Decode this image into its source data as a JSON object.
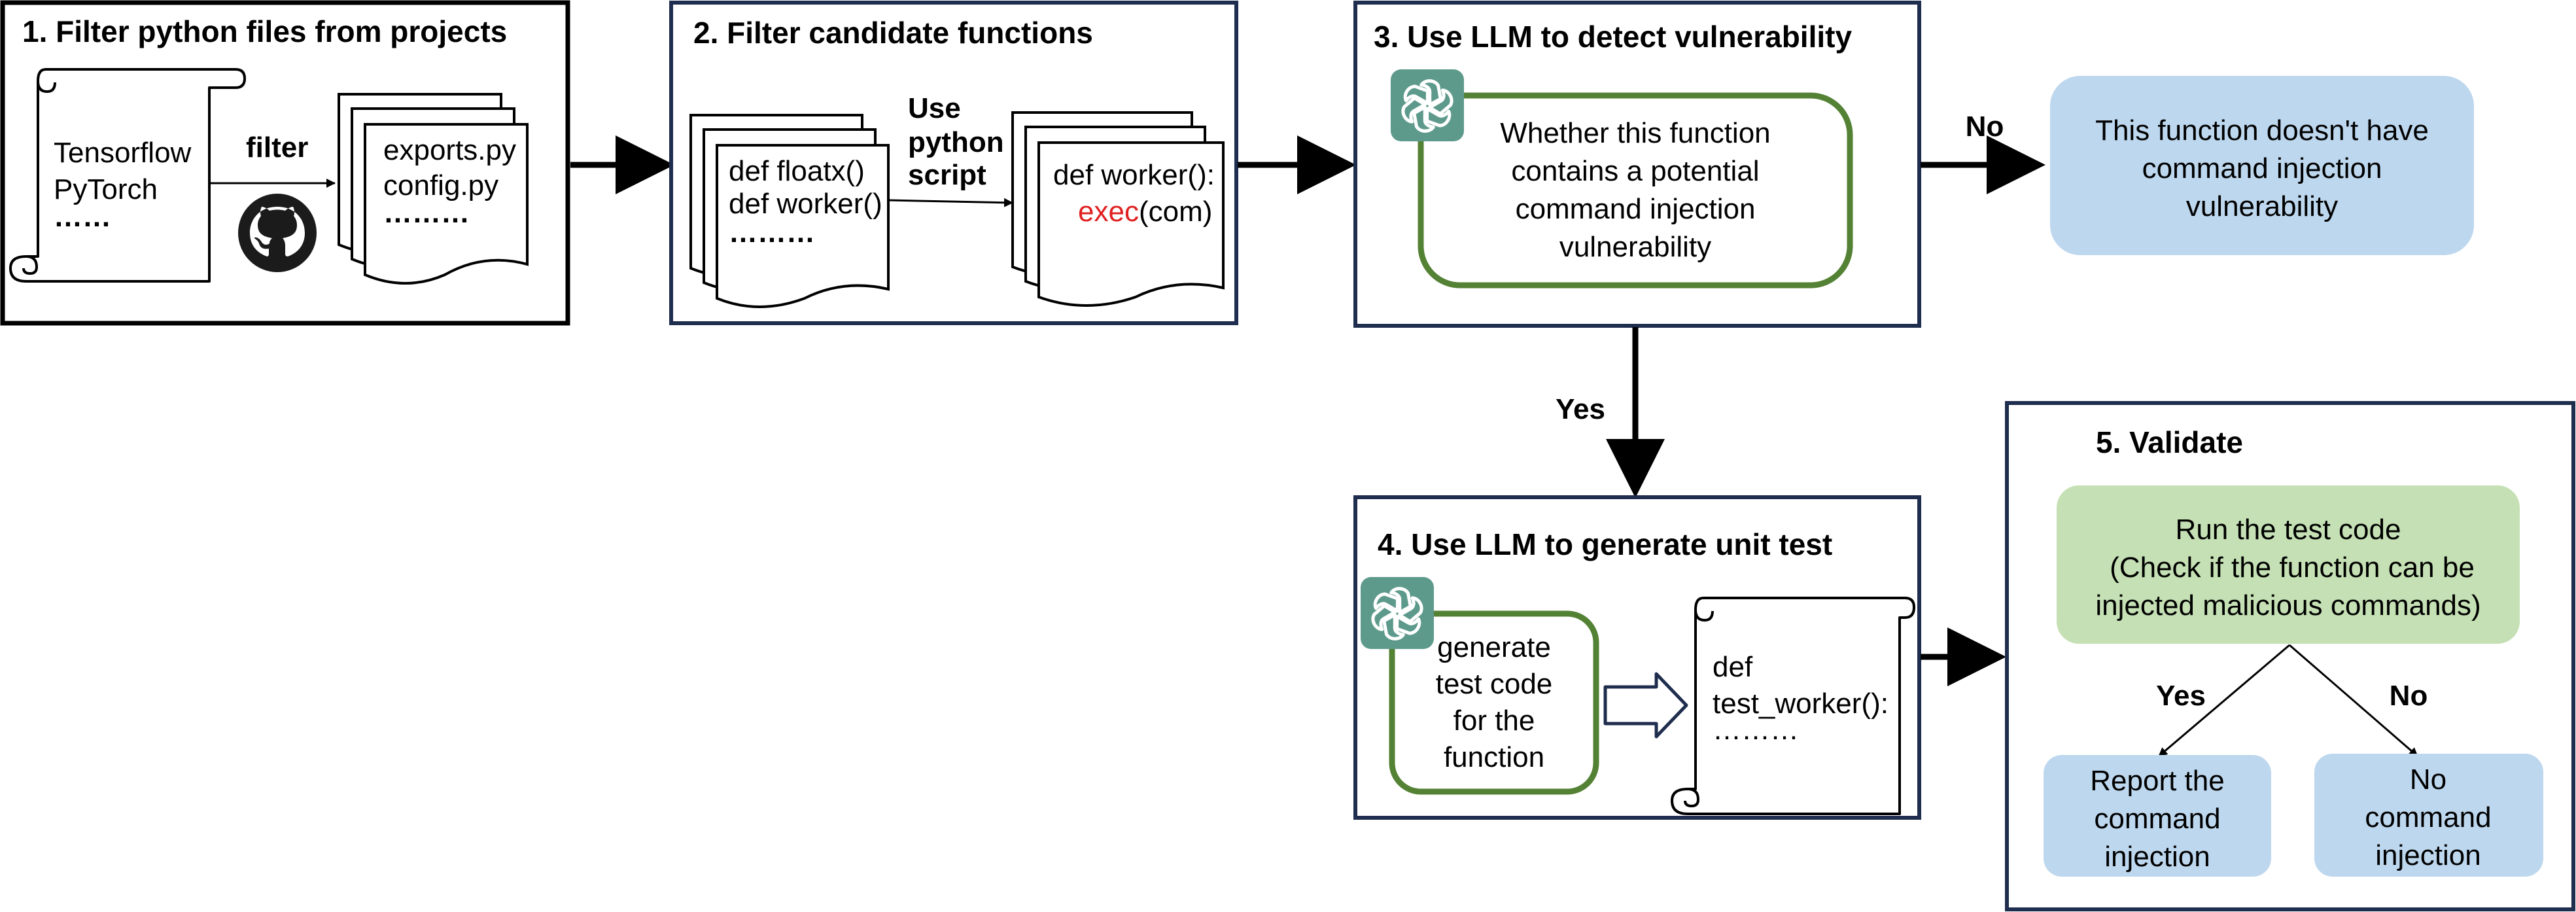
{
  "colors": {
    "frame_stage1": "#000000",
    "frame_stage": "#1f2d4e",
    "llm_outline": "#548235",
    "llm_icon_bg": "#5e9a8c",
    "result_fill": "#bdd7ee",
    "run_fill": "#c5e0b4",
    "highlight_red": "#e02020"
  },
  "icons": [
    "github-icon",
    "openai-icon",
    "scroll-icon",
    "document-stack-icon",
    "hollow-arrow-icon"
  ],
  "stage1": {
    "title": "1. Filter python files from projects",
    "scroll_lines": [
      "Tensorflow",
      "PyTorch",
      "……"
    ],
    "filter_label": "filter",
    "files": [
      "exports.py",
      "config.py",
      "………"
    ]
  },
  "stage2": {
    "title": "2. Filter candidate functions",
    "functions": [
      "def floatx()",
      "def worker()",
      "………"
    ],
    "script_label": [
      "Use",
      "python",
      "script"
    ],
    "selected_def": "def worker():",
    "selected_call_red": "exec",
    "selected_call_rest": "(com)"
  },
  "stage3": {
    "title": "3. Use LLM to detect vulnerability",
    "question": [
      "Whether this function",
      "contains a potential",
      "command injection",
      "vulnerability"
    ],
    "no_label": "No",
    "no_result": [
      "This function doesn't have",
      "command injection",
      "vulnerability"
    ],
    "yes_label": "Yes"
  },
  "stage4": {
    "title": "4. Use LLM to generate unit test",
    "prompt": [
      "generate",
      "test code",
      "for the",
      "function"
    ],
    "test_code": [
      "def",
      "test_worker():",
      "………"
    ]
  },
  "stage5": {
    "title": "5. Validate",
    "run_line1": "Run the test code",
    "run_line2": "(Check if the function can be",
    "run_line3": "injected malicious commands)",
    "yes_label": "Yes",
    "no_label": "No",
    "yes_result": [
      "Report the",
      "command",
      "injection"
    ],
    "no_result": [
      "No",
      "command",
      "injection"
    ]
  }
}
